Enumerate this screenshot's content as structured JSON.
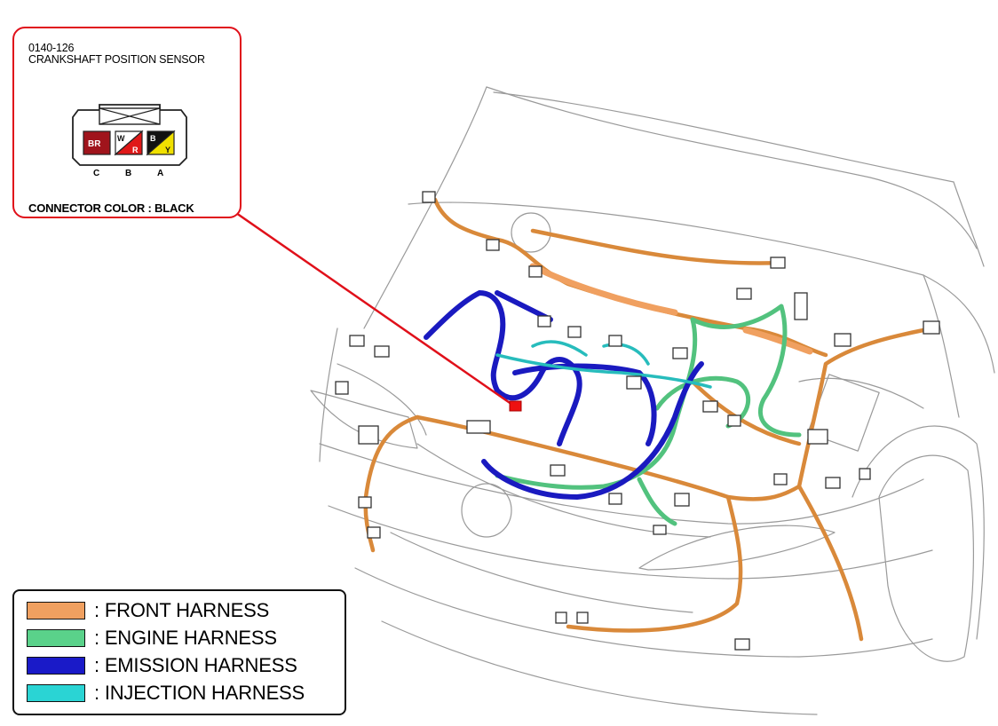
{
  "callout": {
    "code": "0140-126",
    "name": "CRANKSHAFT POSITION SENSOR",
    "connector_color": "CONNECTOR COLOR : BLACK",
    "pins": [
      {
        "pos": "C",
        "wire": "BR",
        "color": "#a0141c"
      },
      {
        "pos": "B",
        "wire": "W/R",
        "color": "#ffffff"
      },
      {
        "pos": "A",
        "wire": "B/Y",
        "color": "#111111"
      }
    ],
    "pin_wire_labels": {
      "c": "BR",
      "b_top": "W",
      "b_bot": "R",
      "a_top": "B",
      "a_bot": "Y"
    }
  },
  "legend": {
    "items": [
      {
        "label": ": FRONT HARNESS",
        "color": "#f0a060"
      },
      {
        "label": ": ENGINE HARNESS",
        "color": "#5ad28a"
      },
      {
        "label": ": EMISSION HARNESS",
        "color": "#1a1ac8"
      },
      {
        "label": ": INJECTION HARNESS",
        "color": "#2ad4d4"
      }
    ]
  },
  "colors": {
    "callout_border": "#e0101a",
    "leader_line": "#e0101a",
    "sensor_marker": "#ee1111",
    "front": "#d9893a",
    "engine": "#52c27e",
    "emission": "#1a1ac0",
    "injection": "#27bcbc",
    "outline": "#9a9a9a"
  }
}
